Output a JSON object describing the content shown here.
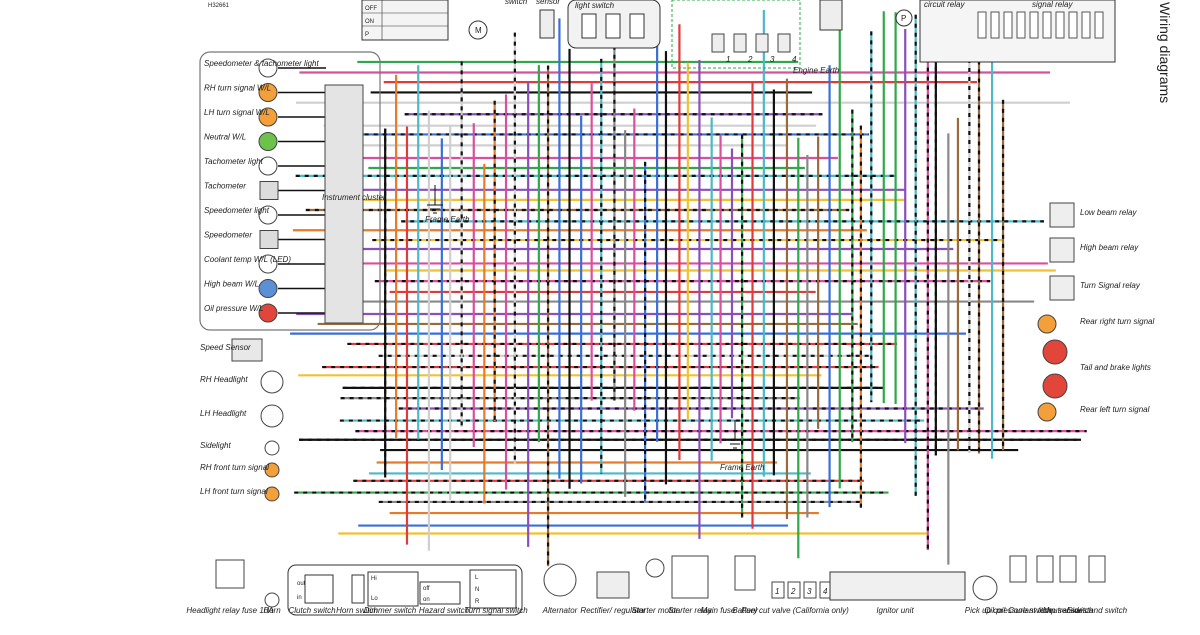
{
  "header": {
    "code": "H32661",
    "section_title": "Wiring diagrams"
  },
  "switch_block": {
    "off": "OFF",
    "on": "ON",
    "park": "P"
  },
  "cluster": {
    "title": "Instrument cluster",
    "items": [
      {
        "label": "Speedometer & tachometer light",
        "color": "#ffffff"
      },
      {
        "label": "RH turn signal W/L",
        "color": "#f3a03a"
      },
      {
        "label": "LH turn signal W/L",
        "color": "#f3a03a"
      },
      {
        "label": "Neutral W/L",
        "color": "#6cc24a"
      },
      {
        "label": "Tachometer light",
        "color": "#ffffff"
      },
      {
        "label": "Tachometer",
        "color": "#dddddd"
      },
      {
        "label": "Speedometer light",
        "color": "#ffffff"
      },
      {
        "label": "Speedometer",
        "color": "#dddddd"
      },
      {
        "label": "Coolant temp W/L (LED)",
        "color": "#ffffff"
      },
      {
        "label": "High beam W/L",
        "color": "#5b8fd6"
      },
      {
        "label": "Oil pressure W/L",
        "color": "#e2463a"
      }
    ]
  },
  "left_components": [
    {
      "label": "Speed Sensor"
    },
    {
      "label": "RH Headlight"
    },
    {
      "label": "LH Headlight"
    },
    {
      "label": "Sidelight"
    },
    {
      "label": "RH front turn signal"
    },
    {
      "label": "LH front turn signal"
    }
  ],
  "earths": {
    "frame_earth_1": "Frame Earth",
    "frame_earth_2": "Frame Earth",
    "engine_earth": "Engine Earth"
  },
  "top_labels": {
    "light_switch": "light switch",
    "switch": "switch",
    "sensor": "sensor",
    "circuit_relay": "circuit relay",
    "signal_relay": "signal relay",
    "m": "M",
    "p": "P"
  },
  "right_components": [
    {
      "label": "Low beam relay"
    },
    {
      "label": "High beam relay"
    },
    {
      "label": "Turn Signal relay"
    },
    {
      "label": "Rear right turn signal"
    },
    {
      "label": "Tail and brake lights"
    },
    {
      "label": "Rear left turn signal"
    }
  ],
  "bottom_components": [
    {
      "label": "Headlight relay fuse 10A"
    },
    {
      "label": "Horn"
    },
    {
      "label": "Clutch switch"
    },
    {
      "label": "Horn switch"
    },
    {
      "label": "Dimmer switch"
    },
    {
      "label": "Hazard switch"
    },
    {
      "label": "Turn signal switch"
    },
    {
      "label": "Alternator"
    },
    {
      "label": "Rectifier/ regulator"
    },
    {
      "label": "Starter motor"
    },
    {
      "label": "Starter relay"
    },
    {
      "label": "Main fuse"
    },
    {
      "label": "Battery"
    },
    {
      "label": "Fuel cut valve (California only)"
    },
    {
      "label": "Ignitor unit"
    },
    {
      "label": "Pick up coil"
    },
    {
      "label": "Oil pressure switch"
    },
    {
      "label": "Coolant temp sensor"
    },
    {
      "label": "Neutral switch"
    },
    {
      "label": "Sidestand switch"
    }
  ],
  "switch_terms": {
    "lo": "Lo",
    "hi": "Hi",
    "off": "off",
    "on": "on",
    "l": "L",
    "n": "N",
    "r": "R",
    "out": "out",
    "in": "in"
  },
  "injector_numbers": [
    "1",
    "2",
    "3",
    "4"
  ],
  "fuel_valve_numbers": [
    "1",
    "2",
    "3",
    "4"
  ],
  "wire_colors": [
    "#e03a3a",
    "#3a6fd8",
    "#2fa84a",
    "#f0c232",
    "#e87a2a",
    "#8a4fb8",
    "#111111",
    "#d94f9e",
    "#4cb8c8",
    "#9a6a3a",
    "#888888",
    "#ffffff"
  ]
}
